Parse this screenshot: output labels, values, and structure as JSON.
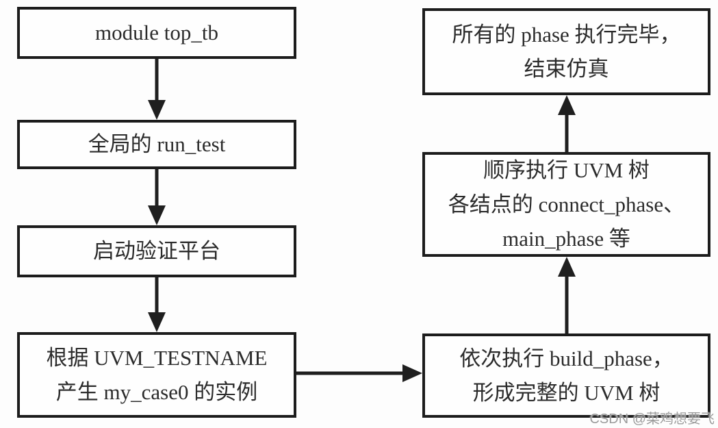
{
  "diagram": {
    "type": "flowchart",
    "topic": "UVM run_test simulation flow",
    "nodes": [
      {
        "id": "top_tb",
        "lines": [
          "module top_tb"
        ]
      },
      {
        "id": "run_test",
        "lines": [
          "全局的 run_test"
        ]
      },
      {
        "id": "start_platform",
        "lines": [
          "启动验证平台"
        ]
      },
      {
        "id": "create_instance",
        "lines": [
          "根据 UVM_TESTNAME",
          "产生 my_case0 的实例"
        ]
      },
      {
        "id": "build_phase",
        "lines": [
          "依次执行 build_phase，",
          "形成完整的 UVM 树"
        ]
      },
      {
        "id": "run_phases",
        "lines": [
          "顺序执行 UVM 树",
          "各结点的 connect_phase、",
          "main_phase 等"
        ]
      },
      {
        "id": "finish",
        "lines": [
          "所有的 phase 执行完毕，",
          "结束仿真"
        ]
      }
    ],
    "edges": [
      {
        "from": "top_tb",
        "to": "run_test",
        "direction": "down"
      },
      {
        "from": "run_test",
        "to": "start_platform",
        "direction": "down"
      },
      {
        "from": "start_platform",
        "to": "create_instance",
        "direction": "down"
      },
      {
        "from": "create_instance",
        "to": "build_phase",
        "direction": "right"
      },
      {
        "from": "build_phase",
        "to": "run_phases",
        "direction": "up"
      },
      {
        "from": "run_phases",
        "to": "finish",
        "direction": "up"
      }
    ],
    "watermark": "CSDN @菜鸡想要飞",
    "colors": {
      "line": "#1f1f1f",
      "border": "#1c1c1c",
      "text": "#2b2b2b",
      "background": "#fdfdfd",
      "watermark": "#9c9c9c"
    }
  }
}
